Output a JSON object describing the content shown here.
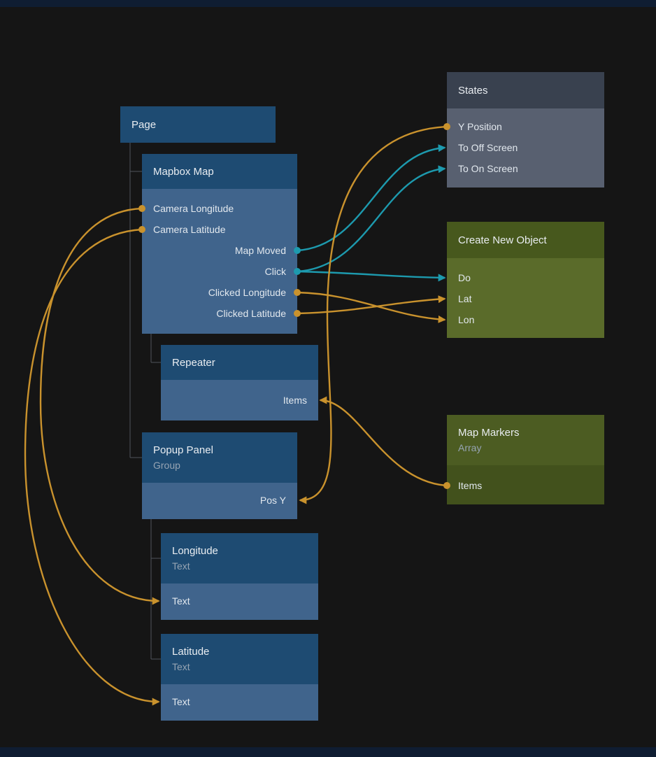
{
  "colors": {
    "wire_orange": "#c9922d",
    "wire_teal": "#1d9aae",
    "node_blue_header": "#1e4b72",
    "node_blue_body": "#40648c",
    "node_slate_header": "#39414f",
    "node_slate_body": "#586070",
    "node_green_header": "#47581d",
    "node_green_body": "#5a6b2a",
    "background": "#151515"
  },
  "nodes": {
    "page": {
      "title": "Page"
    },
    "mapbox_map": {
      "title": "Mapbox Map",
      "inputs": [
        "Camera Longitude",
        "Camera Latitude"
      ],
      "outputs": [
        "Map Moved",
        "Click",
        "Clicked Longitude",
        "Clicked Latitude"
      ]
    },
    "repeater": {
      "title": "Repeater",
      "ports": [
        "Items"
      ]
    },
    "popup_panel": {
      "title": "Popup Panel",
      "subtitle": "Group",
      "ports": [
        "Pos Y"
      ]
    },
    "longitude": {
      "title": "Longitude",
      "subtitle": "Text",
      "ports": [
        "Text"
      ]
    },
    "latitude": {
      "title": "Latitude",
      "subtitle": "Text",
      "ports": [
        "Text"
      ]
    },
    "states": {
      "title": "States",
      "ports": [
        "Y Position",
        "To Off Screen",
        "To On Screen"
      ]
    },
    "create_new_object": {
      "title": "Create New Object",
      "ports": [
        "Do",
        "Lat",
        "Lon"
      ]
    },
    "map_markers": {
      "title": "Map Markers",
      "subtitle": "Array",
      "ports": [
        "Items"
      ]
    }
  },
  "connections": [
    {
      "from": "Mapbox Map.Camera Longitude",
      "to": "Longitude.Text",
      "color": "orange"
    },
    {
      "from": "Mapbox Map.Camera Latitude",
      "to": "Latitude.Text",
      "color": "orange"
    },
    {
      "from": "Mapbox Map.Map Moved",
      "to": "States.To Off Screen",
      "color": "teal"
    },
    {
      "from": "Mapbox Map.Click",
      "to": "States.To On Screen",
      "color": "teal"
    },
    {
      "from": "Mapbox Map.Click",
      "to": "Create New Object.Do",
      "color": "teal"
    },
    {
      "from": "Mapbox Map.Clicked Longitude",
      "to": "Create New Object.Lon",
      "color": "orange"
    },
    {
      "from": "Mapbox Map.Clicked Latitude",
      "to": "Create New Object.Lat",
      "color": "orange"
    },
    {
      "from": "States.Y Position",
      "to": "Popup Panel.Pos Y",
      "color": "orange"
    },
    {
      "from": "Map Markers.Items",
      "to": "Repeater.Items",
      "color": "orange"
    }
  ]
}
